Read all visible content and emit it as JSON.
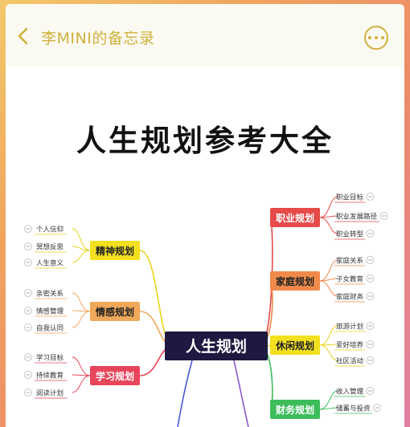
{
  "header": {
    "back_icon": "chevron-left-icon",
    "title": "李MINI的备忘录",
    "more_icon": "ellipsis-icon",
    "accent_color": "#cfb13c"
  },
  "document": {
    "title": "人生规划参考大全"
  },
  "mindmap": {
    "center": {
      "label": "人生规划",
      "fill": "#1d1940",
      "text_color": "#ffffff"
    },
    "branches": [
      {
        "label": "职业规划",
        "fill": "#e64a4a",
        "line": "#e64a4a",
        "text_color": "#ffffff",
        "leaves": [
          "职业目标",
          "职业发展路径",
          "职业转型"
        ]
      },
      {
        "label": "家庭规划",
        "fill": "#f08a4b",
        "line": "#f08a4b",
        "text_color": "#222222",
        "leaves": [
          "家庭关系",
          "子女教育",
          "家庭财务"
        ]
      },
      {
        "label": "休闲规划",
        "fill": "#f3e01e",
        "line": "#e9d21a",
        "text_color": "#222222",
        "leaves": [
          "旅游计划",
          "爱好培养",
          "社区活动"
        ]
      },
      {
        "label": "财务规划",
        "fill": "#3dbd5a",
        "line": "#3dbd5a",
        "text_color": "#ffffff",
        "leaves": [
          "收入管理",
          "储蓄与投资"
        ]
      },
      {
        "label": "精神规划",
        "fill": "#f3e01e",
        "line": "#e9d21a",
        "text_color": "#222222",
        "leaves": [
          "个人信仰",
          "冥想反思",
          "人生意义"
        ]
      },
      {
        "label": "情感规划",
        "fill": "#f0a85a",
        "line": "#f0a85a",
        "text_color": "#222222",
        "leaves": [
          "亲密关系",
          "情感管理",
          "自我认同"
        ]
      },
      {
        "label": "学习规划",
        "fill": "#e8455a",
        "line": "#e8455a",
        "text_color": "#ffffff",
        "leaves": [
          "学习目标",
          "持续教育",
          "阅读计划"
        ]
      }
    ]
  }
}
